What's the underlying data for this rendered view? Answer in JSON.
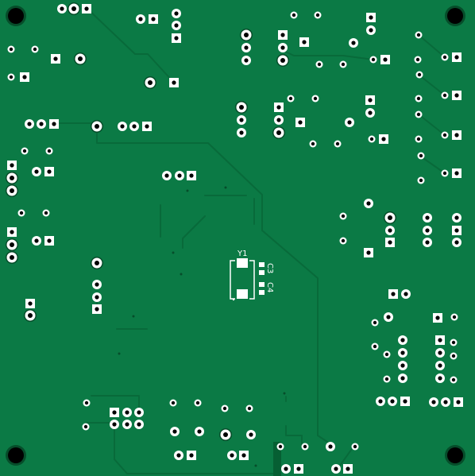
{
  "board": {
    "background": "#0b7a45",
    "trace_color": "#086a3a",
    "pad_ring": "#ffffff",
    "drill": "#000000",
    "silkscreen": "#ffffff"
  },
  "labels": {
    "y1": "Y1",
    "c3": "C3",
    "c4": "C4"
  }
}
